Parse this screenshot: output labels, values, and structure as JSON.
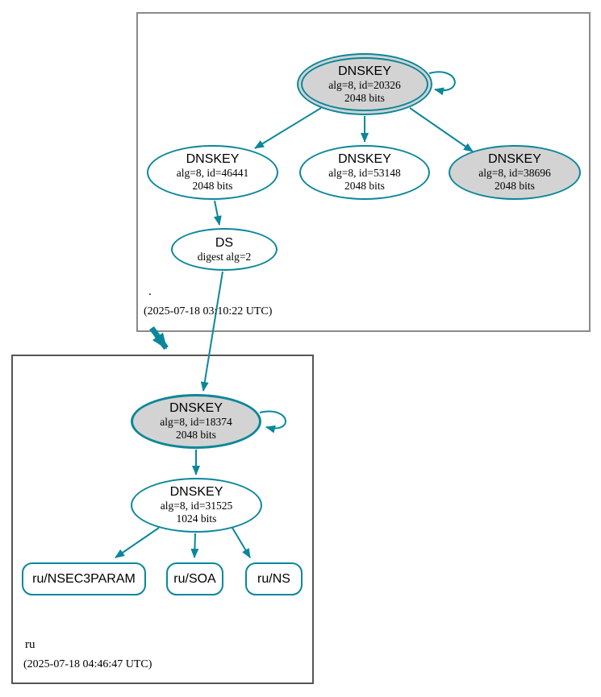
{
  "colors": {
    "accent": "#0a879a",
    "ksk_fill": "#d3d3d3",
    "root_box_border": "#8a8a8a",
    "ru_box_border": "#555555"
  },
  "root_zone": {
    "label": ".",
    "timestamp": "(2025-07-18 03:10:22 UTC)",
    "ksk_20326": {
      "title": "DNSKEY",
      "alg_id": "alg=8, id=20326",
      "bits": "2048 bits"
    },
    "zsk_46441": {
      "title": "DNSKEY",
      "alg_id": "alg=8, id=46441",
      "bits": "2048 bits"
    },
    "zsk_53148": {
      "title": "DNSKEY",
      "alg_id": "alg=8, id=53148",
      "bits": "2048 bits"
    },
    "ksk_38696": {
      "title": "DNSKEY",
      "alg_id": "alg=8, id=38696",
      "bits": "2048 bits"
    },
    "ds": {
      "title": "DS",
      "detail": "digest alg=2"
    }
  },
  "ru_zone": {
    "label": "ru",
    "timestamp": "(2025-07-18 04:46:47 UTC)",
    "ksk_18374": {
      "title": "DNSKEY",
      "alg_id": "alg=8, id=18374",
      "bits": "2048 bits"
    },
    "zsk_31525": {
      "title": "DNSKEY",
      "alg_id": "alg=8, id=31525",
      "bits": "1024 bits"
    },
    "rrsets": [
      {
        "label": "ru/NSEC3PARAM"
      },
      {
        "label": "ru/SOA"
      },
      {
        "label": "ru/NS"
      }
    ]
  }
}
